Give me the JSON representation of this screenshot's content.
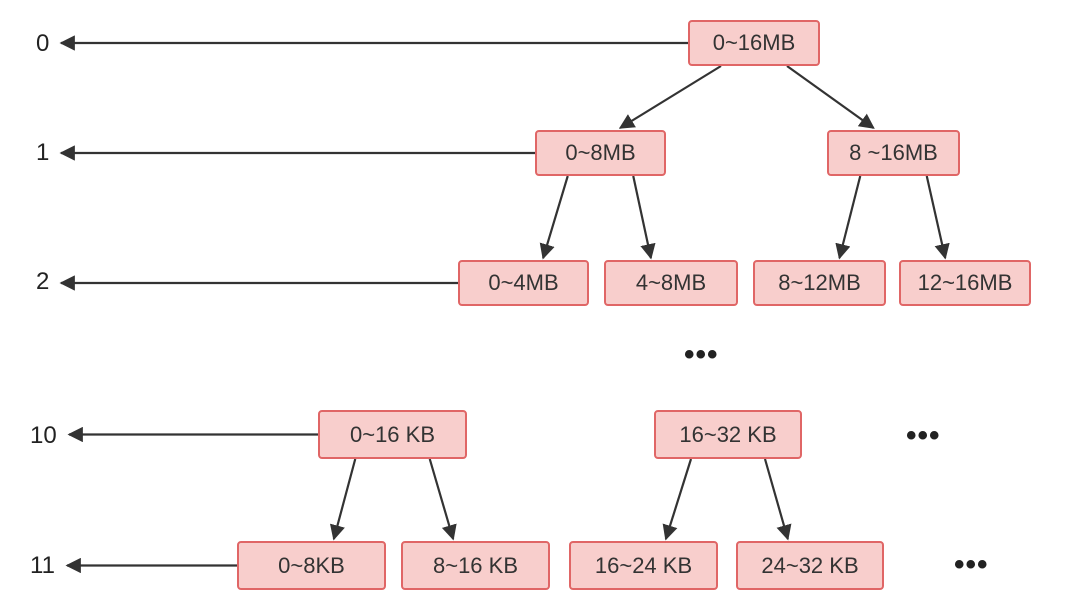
{
  "diagram": {
    "levels": [
      {
        "label": "0"
      },
      {
        "label": "1"
      },
      {
        "label": "2"
      },
      {
        "label": "10"
      },
      {
        "label": "11"
      }
    ],
    "nodes": [
      {
        "id": "n0",
        "label": "0~16MB"
      },
      {
        "id": "n1a",
        "label": "0~8MB"
      },
      {
        "id": "n1b",
        "label": "8 ~16MB"
      },
      {
        "id": "n2a",
        "label": "0~4MB"
      },
      {
        "id": "n2b",
        "label": "4~8MB"
      },
      {
        "id": "n2c",
        "label": "8~12MB"
      },
      {
        "id": "n2d",
        "label": "12~16MB"
      },
      {
        "id": "n10a",
        "label": "0~16 KB"
      },
      {
        "id": "n10b",
        "label": "16~32 KB"
      },
      {
        "id": "n11a",
        "label": "0~8KB"
      },
      {
        "id": "n11b",
        "label": "8~16 KB"
      },
      {
        "id": "n11c",
        "label": "16~24 KB"
      },
      {
        "id": "n11d",
        "label": "24~32 KB"
      }
    ],
    "ellipses": [
      "•••",
      "•••",
      "•••"
    ],
    "edges": [
      [
        "n0",
        "n1a"
      ],
      [
        "n0",
        "n1b"
      ],
      [
        "n1a",
        "n2a"
      ],
      [
        "n1a",
        "n2b"
      ],
      [
        "n1b",
        "n2c"
      ],
      [
        "n1b",
        "n2d"
      ],
      [
        "n10a",
        "n11a"
      ],
      [
        "n10a",
        "n11b"
      ],
      [
        "n10b",
        "n11c"
      ],
      [
        "n10b",
        "n11d"
      ]
    ],
    "level_pointers": [
      {
        "from": "n0",
        "to_level": 0
      },
      {
        "from": "n1a",
        "to_level": 1
      },
      {
        "from": "n2a",
        "to_level": 2
      },
      {
        "from": "n10a",
        "to_level": 3
      },
      {
        "from": "n11a",
        "to_level": 4
      }
    ]
  }
}
